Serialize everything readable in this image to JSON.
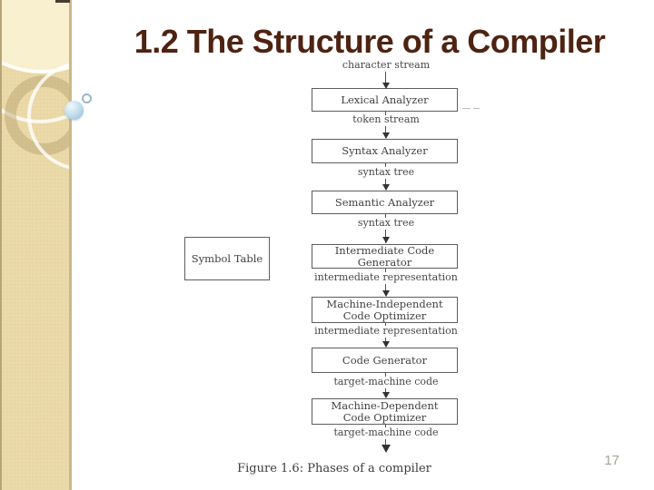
{
  "slide": {
    "title": "1.2 The Structure of a Compiler",
    "page_number": "17"
  },
  "theme": {
    "title_color": "#4e2312",
    "band_color": "#ebd9a8",
    "band_border_color": "#c8b98e",
    "sphere_color": "#bcdaea",
    "diagram_ink_color": "#3f3f3f"
  },
  "figure": {
    "caption": "Figure 1.6: Phases of a compiler",
    "symbol_table_label": "Symbol Table",
    "flow": [
      {
        "kind": "label",
        "text": "character stream"
      },
      {
        "kind": "box",
        "text": "Lexical Analyzer"
      },
      {
        "kind": "label",
        "text": "token stream"
      },
      {
        "kind": "box",
        "text": "Syntax Analyzer"
      },
      {
        "kind": "label",
        "text": "syntax tree"
      },
      {
        "kind": "box",
        "text": "Semantic Analyzer"
      },
      {
        "kind": "label",
        "text": "syntax tree"
      },
      {
        "kind": "box",
        "text": "Intermediate Code Generator"
      },
      {
        "kind": "label",
        "text": "intermediate representation"
      },
      {
        "kind": "box",
        "line1": "Machine-Independent",
        "line2": "Code Optimizer"
      },
      {
        "kind": "label",
        "text": "intermediate representation"
      },
      {
        "kind": "box",
        "text": "Code Generator"
      },
      {
        "kind": "label",
        "text": "target-machine code"
      },
      {
        "kind": "box",
        "line1": "Machine-Dependent",
        "line2": "Code Optimizer"
      },
      {
        "kind": "label",
        "text": "target-machine code"
      }
    ]
  }
}
